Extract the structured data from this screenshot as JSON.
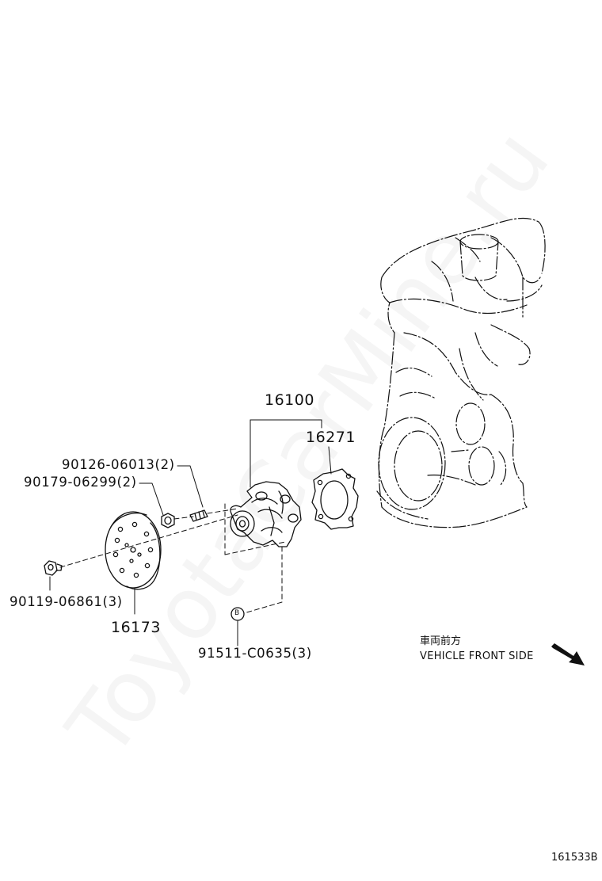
{
  "watermark": "ToyotaCarMine.ru",
  "parts": {
    "pump_assembly": "16100",
    "gasket": "16271",
    "stud_bolt": "90126-06013(2)",
    "nut": "90179-06299(2)",
    "flange_bolt": "90119-06861(3)",
    "pulley": "16173",
    "bolt_b": "91511-C0635(3)"
  },
  "callout_b": "B",
  "direction": {
    "label_jp": "車両前方",
    "label_en": "VEHICLE FRONT SIDE"
  },
  "illustration_code": "161533B",
  "colors": {
    "line": "#111111",
    "watermark": "#c8c8c8"
  }
}
